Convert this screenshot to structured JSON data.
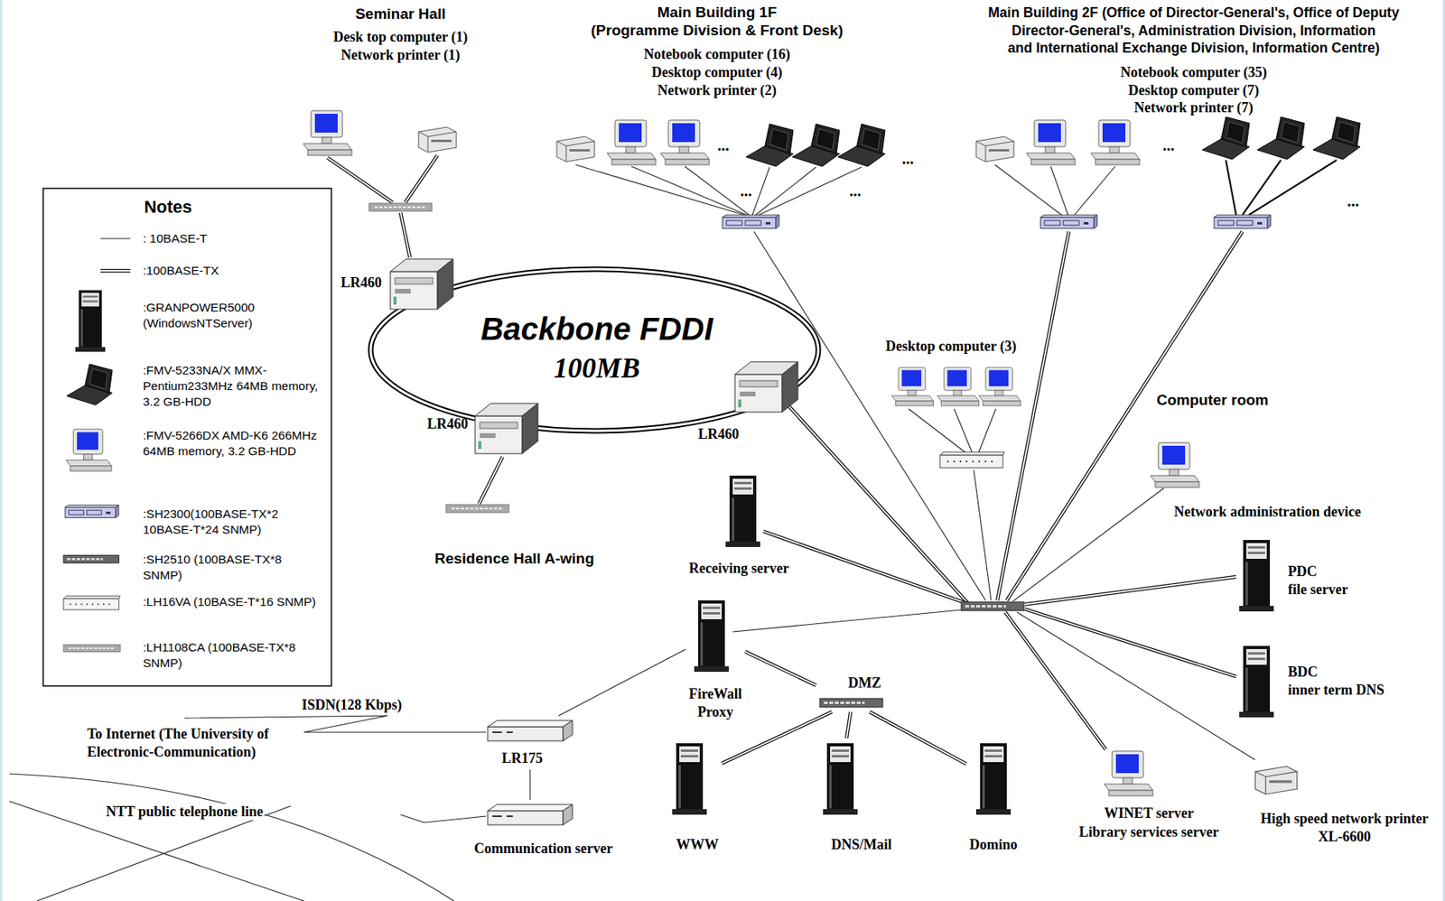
{
  "diagram": {
    "nodes": [
      {
        "text": [
          "Backbone FDDI",
          "100MB"
        ]
      },
      {
        "text": [
          "LR460"
        ]
      },
      {
        "text": [
          "LR460"
        ]
      },
      {
        "text": [
          "LR460"
        ]
      },
      {
        "text": [
          "Receiving server"
        ]
      },
      {
        "text": [
          "Network administration device"
        ]
      },
      {
        "text": [
          "PDC",
          "file server"
        ]
      },
      {
        "text": [
          "BDC",
          "inner term DNS"
        ]
      },
      {
        "text": [
          "WINET server",
          "Library services server"
        ]
      },
      {
        "text": [
          "High speed network printer",
          "XL-6600"
        ]
      },
      {
        "text": [
          "FireWall",
          "Proxy"
        ]
      },
      {
        "text": [
          "DMZ"
        ]
      },
      {
        "text": [
          "WWW"
        ]
      },
      {
        "text": [
          "DNS/Mail"
        ]
      },
      {
        "text": [
          "Domino"
        ]
      },
      {
        "text": [
          "LR175"
        ]
      },
      {
        "text": [
          "Communication server"
        ]
      }
    ],
    "edges": [
      {
        "from": 10,
        "to": 15,
        "arrow": "none"
      },
      {
        "from": 15,
        "to": 16,
        "arrow": "none"
      },
      {
        "from": 10,
        "to": 11,
        "arrow": "none"
      },
      {
        "from": 11,
        "to": 12,
        "arrow": "none"
      },
      {
        "from": 11,
        "to": 13,
        "arrow": "none"
      },
      {
        "from": 11,
        "to": 14,
        "arrow": "none"
      }
    ],
    "labels": [
      "Seminar Hall",
      "Desk top computer (1)",
      "Network printer (1)",
      "Main Building 1F",
      "(Programme Division & Front Desk)",
      "Notebook computer (16)",
      "Desktop computer (4)",
      "Network printer (2)",
      "Main Building 2F (Office of Director-General's, Office of Deputy",
      "Director-General's, Administration Division, Information",
      "and International Exchange Division, Information Centre)",
      "Notebook computer (35)",
      "Desktop computer (7)",
      "Network printer (7)",
      "...",
      "...",
      "...",
      "...",
      "...",
      "...",
      "Desktop computer (3)",
      "Computer room",
      "Residence Hall A-wing",
      "ISDN(128 Kbps)",
      "To Internet (The University of",
      "Electronic-Communication)",
      "NTT public telephone line",
      "Notes"
    ],
    "legend": [
      {
        "text": ": 10BASE-T"
      },
      {
        "text": ":100BASE-TX"
      },
      {
        "text": ":GRANPOWER5000 (WindowsNTServer)"
      },
      {
        "text": ":FMV-5233NA/X MMX-Pentium233MHz 64MB memory, 3.2 GB-HDD"
      },
      {
        "text": ":FMV-5266DX AMD-K6 266MHz 64MB memory, 3.2 GB-HDD"
      },
      {
        "text": ":SH2300(100BASE-TX*2 10BASE-T*24 SNMP)"
      },
      {
        "text": ":SH2510 (100BASE-TX*8 SNMP)"
      },
      {
        "text": ":LH16VA (10BASE-T*16 SNMP)"
      },
      {
        "text": ":LH1108CA (100BASE-TX*8 SNMP)"
      }
    ]
  }
}
